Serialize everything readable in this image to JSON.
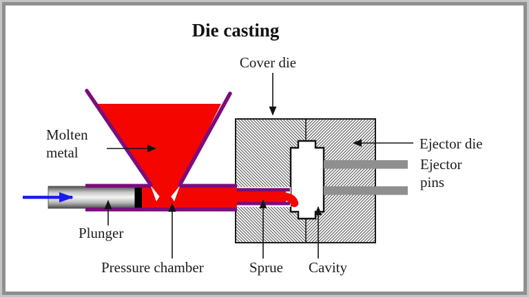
{
  "title": "Die casting",
  "labels": {
    "cover_die": "Cover die",
    "ejector_die": "Ejector die",
    "ejector_pins_line1": "Ejector",
    "ejector_pins_line2": "pins",
    "molten_metal_line1": "Molten",
    "molten_metal_line2": "metal",
    "plunger": "Plunger",
    "pressure_chamber": "Pressure chamber",
    "sprue": "Sprue",
    "cavity": "Cavity"
  },
  "colors": {
    "molten_red": "#f50500",
    "outline_purple": "#7b0d7c",
    "arrow_blue": "#1a1aee",
    "pin_gray": "#8f8f8f",
    "hatch_ink": "#4a4a4a",
    "label_ink": "#1c1c1c",
    "frame_gray": "#909090"
  }
}
